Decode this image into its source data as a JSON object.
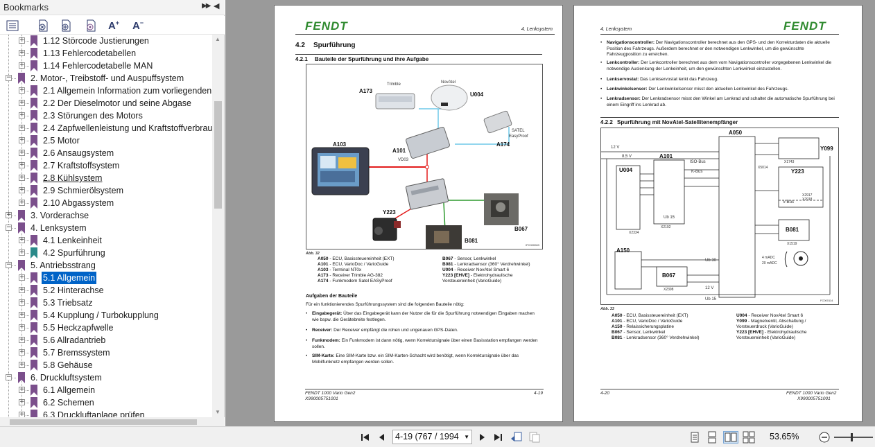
{
  "sidebar": {
    "title": "Bookmarks",
    "expand_icon": "double-arrow-right",
    "collapse_icon": "triangle-left",
    "toolbar_icons": [
      "options-menu-icon",
      "delete-bookmark-icon",
      "new-bookmark-icon",
      "bookmark-properties-icon",
      "increase-text-size-icon",
      "decrease-text-size-icon"
    ],
    "text_larger": "A",
    "text_smaller": "A",
    "bookmarks": [
      {
        "label": "1.12 Störcode Justierungen"
      },
      {
        "label": "1.13 Fehlercodetabellen"
      },
      {
        "label": "1.14 Fehlercodetabelle MAN"
      },
      {
        "label": "2. Motor-, Treibstoff- und Auspuffsystem"
      },
      {
        "label": "2.1 Allgemein Information zum vorliegenden"
      },
      {
        "label": "2.2 Der Dieselmotor und seine Abgase"
      },
      {
        "label": "2.3 Störungen des Motors"
      },
      {
        "label": "2.4 Zapfwellenleistung und Kraftstoffverbrau"
      },
      {
        "label": "2.5 Motor"
      },
      {
        "label": "2.6 Ansaugsystem"
      },
      {
        "label": "2.7 Kraftstoffsystem"
      },
      {
        "label": "2.8 Kühlsystem"
      },
      {
        "label": "2.9 Schmierölsystem"
      },
      {
        "label": "2.10 Abgassystem"
      },
      {
        "label": "3. Vorderachse"
      },
      {
        "label": "4. Lenksystem"
      },
      {
        "label": "4.1 Lenkeinheit"
      },
      {
        "label": "4.2 Spurführung"
      },
      {
        "label": "5. Antriebsstrang"
      },
      {
        "label": "5.1 Allgemein"
      },
      {
        "label": "5.2 Hinterachse"
      },
      {
        "label": "5.3 Triebsatz"
      },
      {
        "label": "5.4 Kupplung / Turbokupplung"
      },
      {
        "label": "5.5 Heckzapfwelle"
      },
      {
        "label": "5.6 Allradantrieb"
      },
      {
        "label": "5.7 Bremssystem"
      },
      {
        "label": "5.8 Gehäuse"
      },
      {
        "label": "6. Druckluftsystem"
      },
      {
        "label": "6.1 Allgemein"
      },
      {
        "label": "6.2 Schemen"
      },
      {
        "label": "6.3 Druckluftanlage prüfen"
      }
    ],
    "colors": {
      "bookmark": "#7b4f8c",
      "bookmark_active": "#2a8a8a",
      "selection": "#0063c7"
    }
  },
  "left_page": {
    "brand": "FENDT",
    "chapter": "4. Lenksystem",
    "section": "4.2",
    "section_title": "Spurführung",
    "subsection": "4.2.1",
    "subsection_title": "Bauteile der Spurführung und ihre Aufgabe",
    "figure_labels": {
      "trimble": "Trimble",
      "novatel": "NovAtel",
      "a173": "A173",
      "u004": "U004",
      "satel": "SATEL",
      "easyproof": "EasyProof",
      "a174": "A174",
      "a103": "A103",
      "a101": "A101",
      "vd03": "VD03",
      "y223": "Y223",
      "b067": "B067",
      "b081": "B081",
      "figure_code": "IFC000083"
    },
    "figure_caption": "Abb. 32",
    "legend_left": [
      {
        "code": "A050",
        "text": "- ECU, Basissteuereinheit (EXT)"
      },
      {
        "code": "A101",
        "text": "- ECU, VarioDoc / VarioGuide"
      },
      {
        "code": "A103",
        "text": "- Terminal NT0x"
      },
      {
        "code": "A173",
        "text": "- Receiver Trimble AG-382"
      },
      {
        "code": "A174",
        "text": "- Funkmodem Satel EASyProof"
      }
    ],
    "legend_right": [
      {
        "code": "B067",
        "text": "- Sensor, Lenkwinkel"
      },
      {
        "code": "B081",
        "text": "- Lenkradsensor (360° Verdrehwinkel)"
      },
      {
        "code": "U004",
        "text": "- Receiver NovAtel Smart 6"
      },
      {
        "code": "Y223 [EHVE]",
        "text": "- Elektrohydraulische"
      },
      {
        "code": "",
        "text": "Vorsteuereinheit (VarioGuide)"
      }
    ],
    "tasks_heading": "Aufgaben der Bauteile",
    "tasks_intro": "Für ein funktionierendes Spurführungssystem sind die folgenden Bauteile nötig:",
    "tasks": [
      {
        "term": "Eingabegerät:",
        "text": "Über das Eingabegerät kann der Nutzer die für die Spurführung notwendigen Eingaben machen wie bspw. die Gerätebreite festlegen."
      },
      {
        "term": "Receiver:",
        "text": "Der Receiver empfängt die rohen und ungenauen GPS-Daten."
      },
      {
        "term": "Funkmodem:",
        "text": "Ein Funkmodem ist dann nötig, wenn Korrektursignale über einen Basisstation empfangen werden sollen."
      },
      {
        "term": "SIM-Karte:",
        "text": "Eine SIM-Karte bzw. ein SIM-Karten-Schacht wird benötigt, wenn Korrektursignale über das Mobilfunknetz empfangen werden sollen."
      }
    ],
    "footer_left": "FENDT 1000 Vario Gen2",
    "footer_left2": "X990005751001",
    "page_number": "4-19"
  },
  "right_page": {
    "brand": "FENDT",
    "chapter": "4. Lenksystem",
    "items": [
      {
        "term": "Navigationscontroller:",
        "text": "Der Navigationscontroller berechnet aus den GPS- und den Korrekturdaten die aktuelle Position des Fahrzeugs. Außerdem berechnet er den notwendigen Lenkwinkel, um die gewünschte Fahrzeugposition zu erreichen."
      },
      {
        "term": "Lenkcontroller:",
        "text": "Der Lenkcontroller berechnet aus dem vom Navigationscontroller vorgegebenen Lenkwinkel die notwendige Auslenkung der Lenkeinheit, um den gewünschten Lenkwinkel einzustellen."
      },
      {
        "term": "Lenkservostat:",
        "text": "Das Lenkservostat lenkt das Fahrzeug."
      },
      {
        "term": "Lenkwinkelsensor:",
        "text": "Der Lenkwinkelsensor misst den aktuellen Lenkwinkel des Fahrzeugs."
      },
      {
        "term": "Lenkradsensor:",
        "text": "Der Lenkradsensor misst den Winkel am Lenkrad und schaltet die automatische Spurführung bei einem Eingriff ins Lenkrad ab."
      }
    ],
    "subsection": "4.2.2",
    "subsection_title": "Spurführung mit NovAtel-Satellitenempfänger",
    "schematic": {
      "a050": "A050",
      "a101": "A101",
      "u004": "U004",
      "y223": "Y223",
      "y099": "Y099",
      "b081": "B081",
      "b067": "B067",
      "a150": "A150",
      "v12": "12 V",
      "v85": "8,5 V",
      "iso_bus": "ISO-Bus",
      "k_bus": "K-Bus",
      "v_bus": "V-Bus",
      "ub15": "Ub 15",
      "ub30": "Ub 30",
      "ub15b": "Ub 15",
      "v12b": "12 V",
      "x2334": "X2334",
      "x2192": "X2192",
      "x1519": "X1519",
      "x1743": "X1743",
      "x2398": "X2398",
      "x5014": "X5014",
      "x2917": "X2917",
      "x2918": "X2918",
      "current": "4 mADC",
      "current2": "20 mADC",
      "figure_code": "FC000114"
    },
    "figure_caption": "Abb. 33",
    "legend_left": [
      {
        "code": "A050",
        "text": "- ECU, Basissteuereinheit (EXT)"
      },
      {
        "code": "A101",
        "text": "- ECU, VarioDoc / VarioGuide"
      },
      {
        "code": "A150",
        "text": "- Relaissicherungsplatine"
      },
      {
        "code": "B067",
        "text": "- Sensor, Lenkwinkel"
      },
      {
        "code": "B081",
        "text": "- Lenkradsensor (360° Verdrehwinkel)"
      }
    ],
    "legend_right": [
      {
        "code": "U004",
        "text": "- Receiver NovAtel Smart 6"
      },
      {
        "code": "Y099",
        "text": "- Magnetventil, Abschaltung /"
      },
      {
        "code": "",
        "text": "Vorsteuerdruck (VarioGuide)"
      },
      {
        "code": "Y223 [EHVE]",
        "text": "- Elektrohydraulische"
      },
      {
        "code": "",
        "text": "Vorsteuereinheit (VarioGuide)"
      }
    ],
    "page_number": "4-20",
    "footer_right": "FENDT 1000 Vario Gen2",
    "footer_right2": "X990005751001"
  },
  "bottom_bar": {
    "page_field": "4-19 (767 / 1994",
    "zoom": "53.65%",
    "zoom_level_fraction": 0.42
  }
}
